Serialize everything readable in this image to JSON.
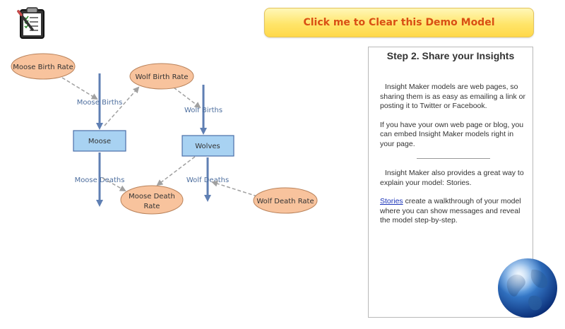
{
  "toolbar": {
    "clear_button_label": "Click me to Clear this Demo Model",
    "clipboard_icon": "clipboard-checklist-icon"
  },
  "model": {
    "stocks": [
      "Moose",
      "Wolves"
    ],
    "variables": [
      "Moose Birth Rate",
      "Wolf Birth Rate",
      "Wolf Death Rate"
    ],
    "moose_death_rate_lines": [
      "Moose Death",
      "Rate"
    ],
    "flows": [
      "Moose Births",
      "Moose Deaths",
      "Wolf Births",
      "Wolf Deaths"
    ]
  },
  "panel": {
    "title": "Step 2. Share your Insights",
    "para1": "Insight Maker models are web pages, so sharing them is as easy as emailing a link or posting it to Twitter or Facebook.",
    "para2": "If you have your own web page or blog, you can embed Insight Maker models right in your page.",
    "para3": "Insight Maker also provides a great way to explain your model: Stories.",
    "stories_link": "Stories",
    "para4_rest": " create a walkthrough of your model where you can show messages and reveal the model step-by-step."
  },
  "decor": {
    "globe_icon": "globe-icon"
  },
  "colors": {
    "stock_fill": "#a8d2f2",
    "variable_fill": "#f8c39d",
    "flow_arrow": "#5f7fb3",
    "button_text": "#d94f13"
  }
}
